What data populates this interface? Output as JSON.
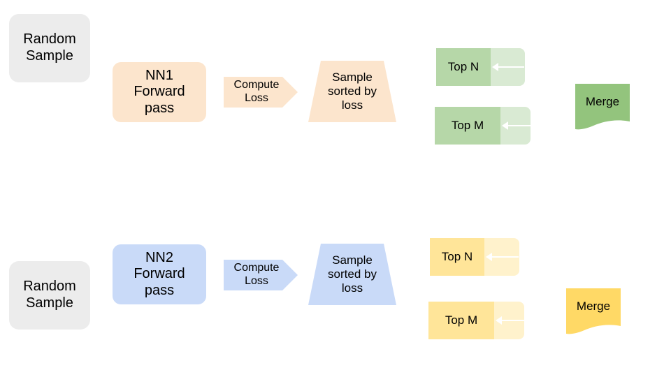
{
  "rows": [
    {
      "random_label": "Random\nSample",
      "forward_label": "NN1\nForward\npass",
      "compute_label": "Compute\nLoss",
      "sorted_label": "Sample\nsorted by\nloss",
      "top_n_label": "Top N",
      "top_m_label": "Top M",
      "merge_label": "Merge"
    },
    {
      "random_label": "Random\nSample",
      "forward_label": "NN2\nForward\npass",
      "compute_label": "Compute\nLoss",
      "sorted_label": "Sample\nsorted by\nloss",
      "top_n_label": "Top N",
      "top_m_label": "Top M",
      "merge_label": "Merge"
    }
  ],
  "colors": {
    "random_fill": "#ececec",
    "row1_fill": "#fce5cd",
    "row2_fill": "#c9daf8",
    "row1_top_main": "#b6d7a8",
    "row1_top_tail": "#d9ead3",
    "row1_merge": "#93c47d",
    "row2_top_main": "#ffe599",
    "row2_top_tail": "#fff2cc",
    "row2_merge": "#ffd966"
  }
}
